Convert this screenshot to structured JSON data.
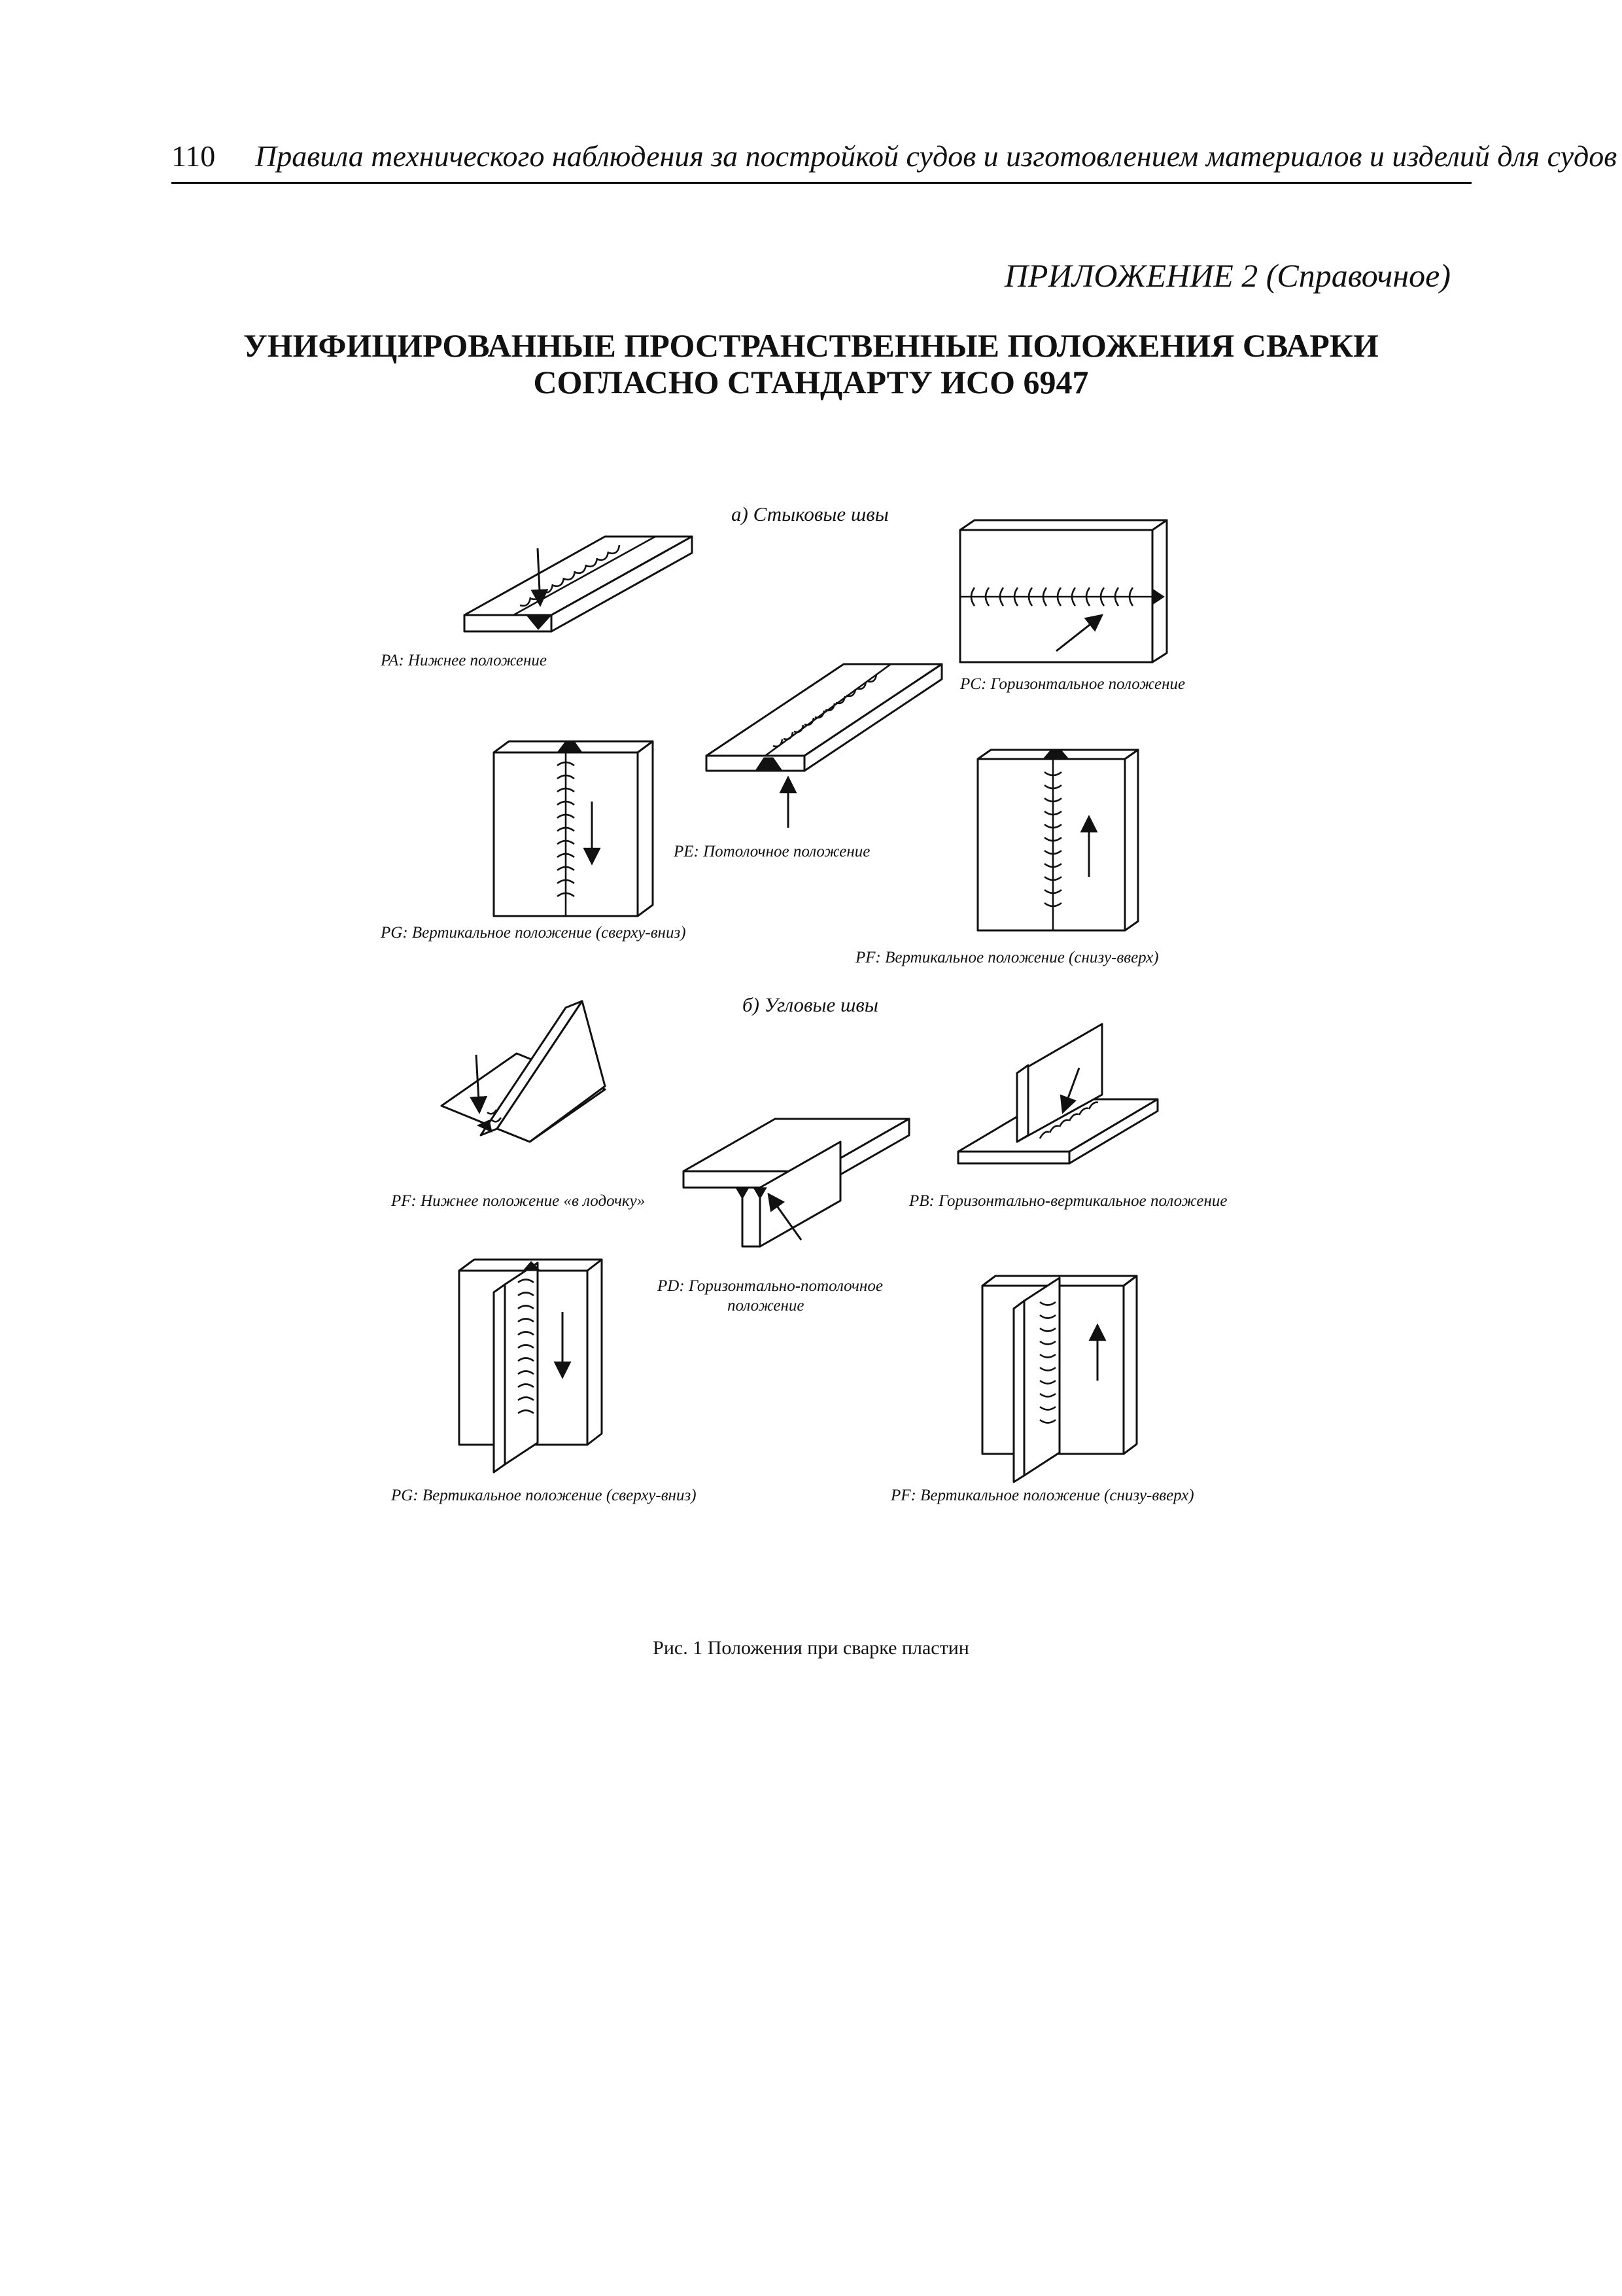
{
  "header": {
    "page_number": "110",
    "running_title": "Правила технического наблюдения за постройкой судов и изготовлением материалов и изделий для судов"
  },
  "appendix_label": "ПРИЛОЖЕНИЕ 2 (Справочное)",
  "title": {
    "line1": "УНИФИЦИРОВАННЫЕ ПРОСТРАНСТВЕННЫЕ ПОЛОЖЕНИЯ СВАРКИ",
    "line2": "СОГЛАСНО СТАНДАРТУ ИСО 6947"
  },
  "figure": {
    "butt_section": "а) Стыковые швы",
    "butt": {
      "pa": "PA: Нижнее положение",
      "pc": "PC: Горизонтальное положение",
      "pe": "PE: Потолочное положение",
      "pg": "PG: Вертикальное положение (сверху-вниз)",
      "pf": "PF: Вертикальное положение (снизу-вверх)"
    },
    "fillet_section": "б) Угловые швы",
    "fillet": {
      "pf_flat": "PF: Нижнее положение «в лодочку»",
      "pb": "PB: Горизонтально-вертикальное положение",
      "pd_line1": "PD: Горизонтально-потолочное",
      "pd_line2": "положение",
      "pg": "PG: Вертикальное положение (сверху-вниз)",
      "pf": "PF: Вертикальное положение (снизу-вверх)"
    },
    "caption": "Рис. 1 Положения при сварке пластин"
  }
}
